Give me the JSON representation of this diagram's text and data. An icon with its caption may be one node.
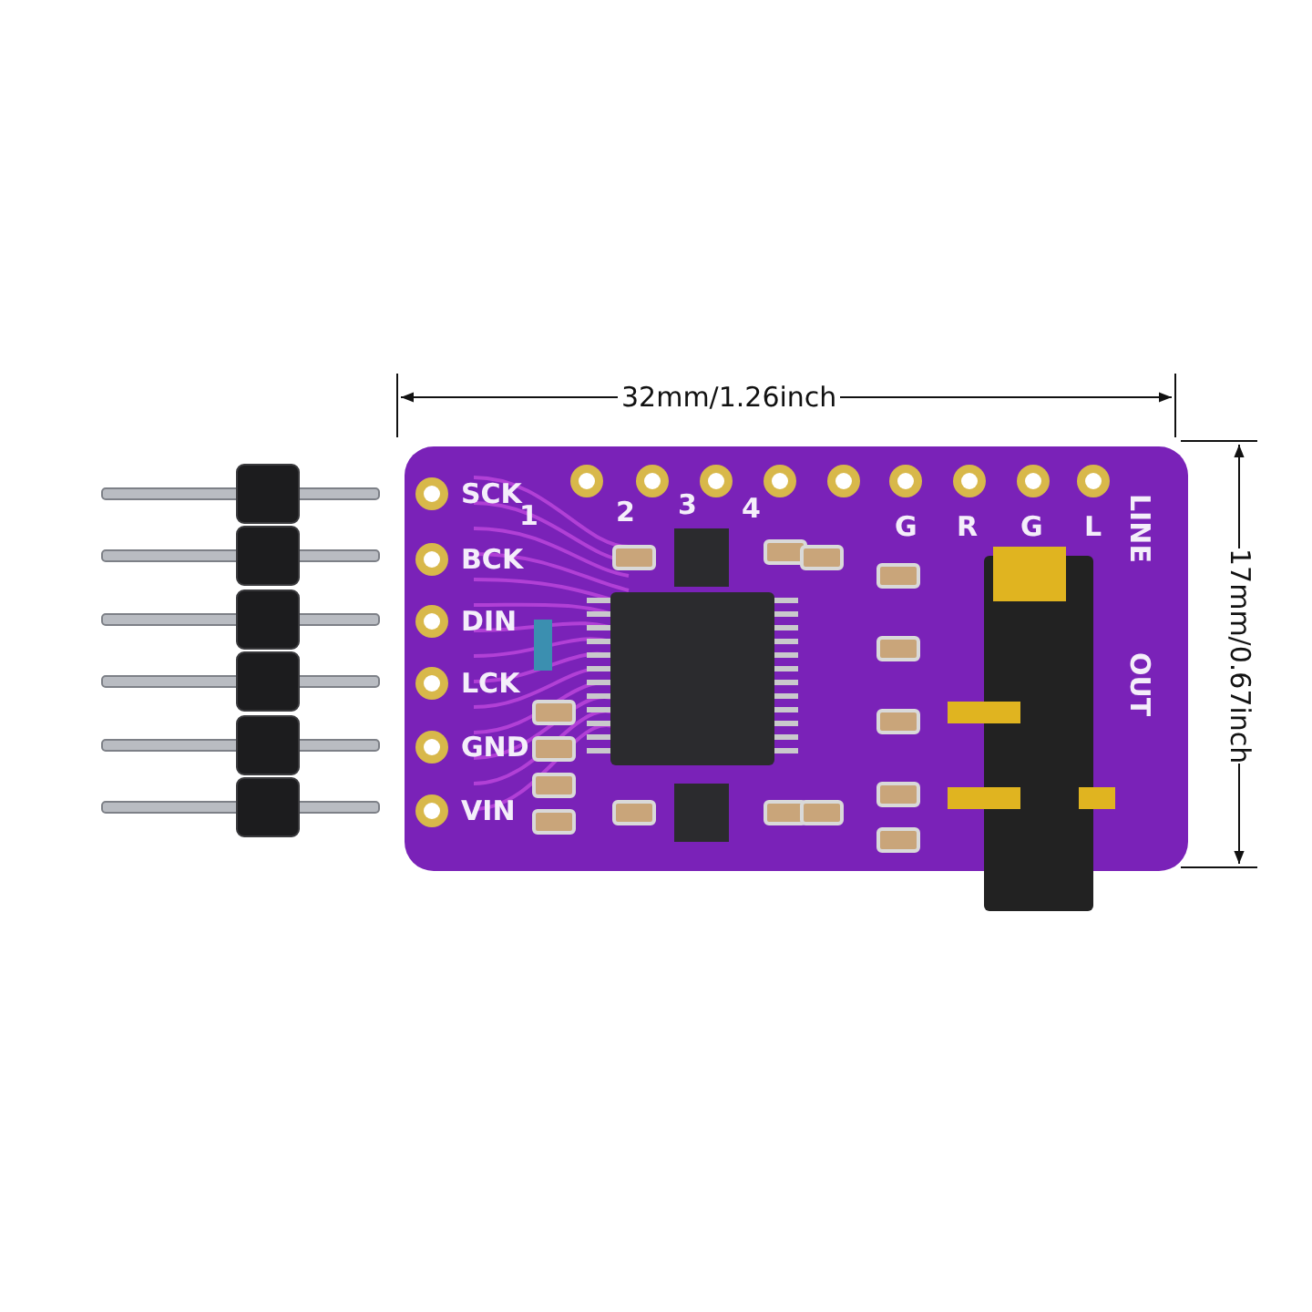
{
  "diagram": {
    "labels": [
      "32mm/1.26inch",
      "SCK",
      "1",
      "2",
      "3",
      "4",
      "G",
      "R",
      "G",
      "L",
      "LINE",
      "17mm/0.67inch",
      "BCK",
      "DIN",
      "OUT",
      "LCK",
      "GND",
      "VIN"
    ]
  }
}
